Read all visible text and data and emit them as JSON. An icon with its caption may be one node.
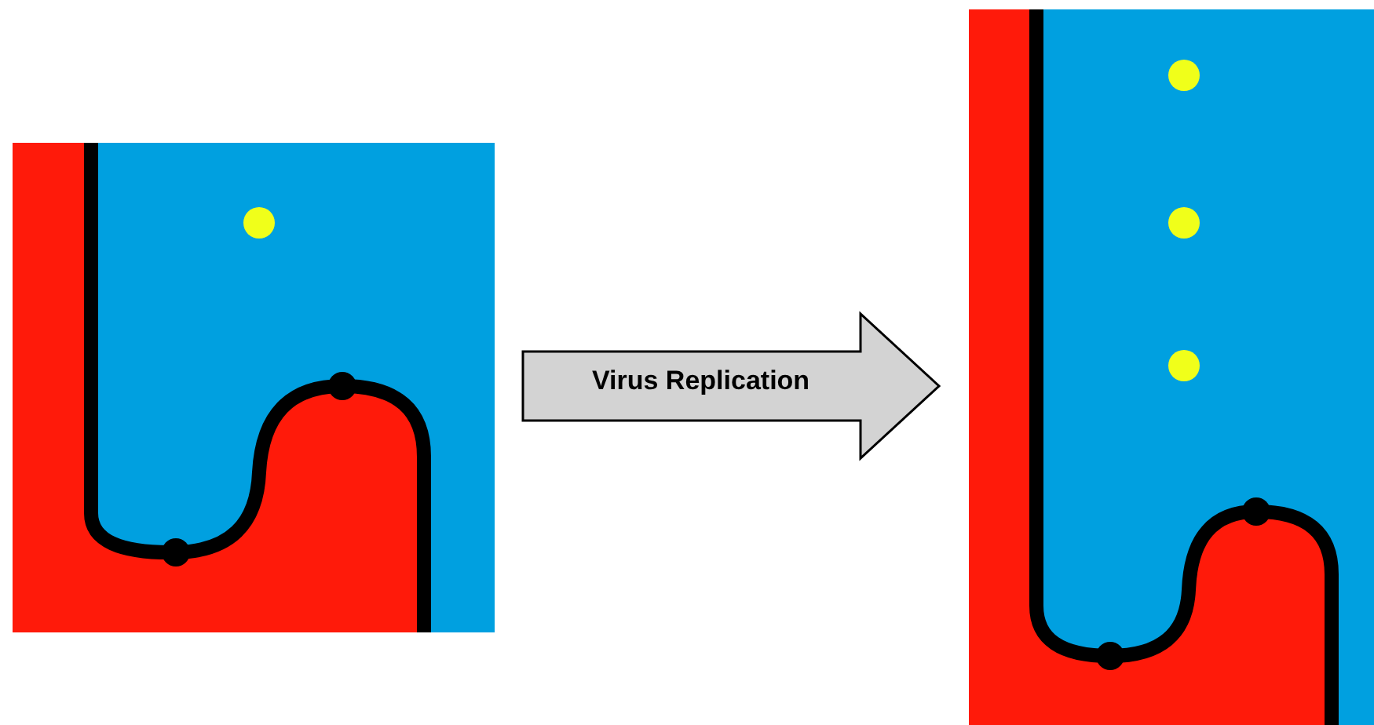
{
  "diagram": {
    "nodes": [
      {
        "text": [],
        "shape": "picture"
      },
      {
        "text": [],
        "shape": "picture"
      }
    ],
    "edges": [
      {
        "from": 0,
        "to": 1,
        "arrow": "to",
        "label": "Virus Replication",
        "style": "thick"
      }
    ]
  }
}
